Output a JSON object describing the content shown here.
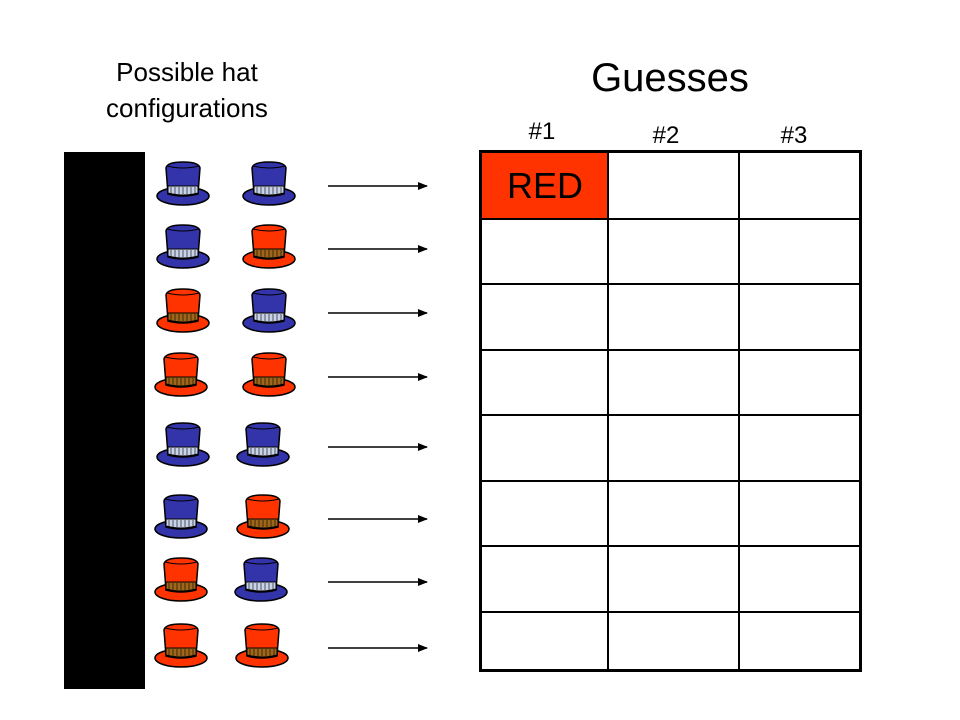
{
  "configurations_title": "Possible hat configurations",
  "guesses_title": "Guesses",
  "column_labels": [
    "#1",
    "#2",
    "#3"
  ],
  "colors": {
    "red_hat": "#ff3300",
    "blue_hat": "#3333aa",
    "highlight_cell": "#ff3300"
  },
  "configurations": [
    {
      "hats": [
        "blue",
        "blue"
      ]
    },
    {
      "hats": [
        "blue",
        "red"
      ]
    },
    {
      "hats": [
        "red",
        "blue"
      ]
    },
    {
      "hats": [
        "red",
        "red"
      ]
    },
    {
      "hats": [
        "blue",
        "blue"
      ]
    },
    {
      "hats": [
        "blue",
        "red"
      ]
    },
    {
      "hats": [
        "red",
        "blue"
      ]
    },
    {
      "hats": [
        "red",
        "red"
      ]
    }
  ],
  "guesses": [
    [
      "RED",
      "",
      ""
    ],
    [
      "",
      "",
      ""
    ],
    [
      "",
      "",
      ""
    ],
    [
      "",
      "",
      ""
    ],
    [
      "",
      "",
      ""
    ],
    [
      "",
      "",
      ""
    ],
    [
      "",
      "",
      ""
    ],
    [
      "",
      "",
      ""
    ]
  ]
}
